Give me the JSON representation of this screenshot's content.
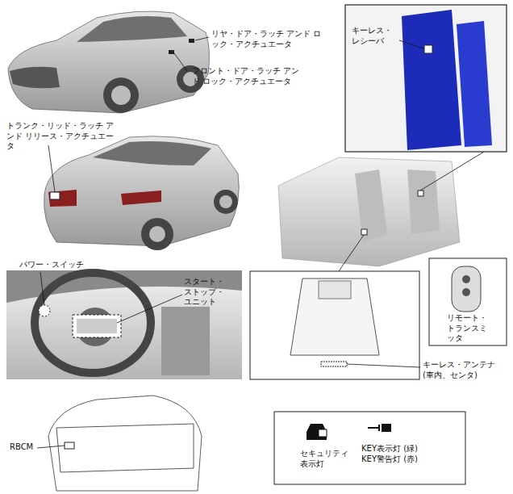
{
  "diagram": {
    "nodes": [
      {
        "text": [
          "キーレス・レシーバ"
        ]
      },
      {
        "text": [
          "リモート・トランスミッタ"
        ]
      },
      {
        "text": [
          "セキュリティ 表示灯",
          "KEY表示灯 (緑) KEY警告灯 (赤)"
        ]
      }
    ],
    "labels": [
      "リヤ・ドア・ラッチ アンド ロック・アクチュエータ",
      "フロント・ドア・ラッチ アンド ロック・アクチュエータ",
      "トランク・リッド・ラッチ アンド リリース・アクチュエータ",
      "パワー・スイッチ",
      "スタート・ストップ・ユニット",
      "キーレス・アンテナ (車内、センタ)",
      "RBCM"
    ]
  }
}
